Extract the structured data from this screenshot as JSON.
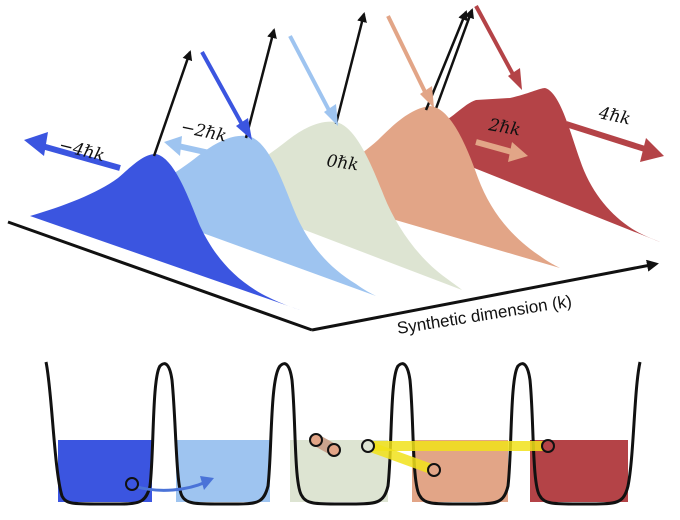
{
  "axis": {
    "title": "Synthetic dimension (k)"
  },
  "labels": {
    "m4": "−4ℏk",
    "m2": "−2ℏk",
    "z0": "0ℏk",
    "p2": "2ℏk",
    "p4": "4ℏk"
  },
  "colors": {
    "m4": "#3b55e0",
    "m2": "#9ec4f0",
    "z0": "#dde4d2",
    "p2": "#e2a587",
    "p4": "#b44347",
    "rung": "#f1e21a"
  }
}
